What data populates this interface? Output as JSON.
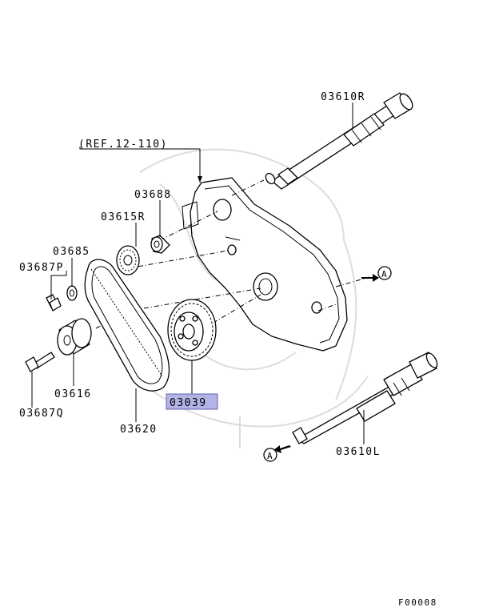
{
  "labels": {
    "p03610R": "03610R",
    "ref": "(REF.12-110)",
    "p03688": "03688",
    "p03615R": "03615R",
    "p03685": "03685",
    "p03687P": "03687P",
    "p03616": "03616",
    "p03687Q": "03687Q",
    "p03620": "03620",
    "p03039": "03039",
    "p03610L": "03610L",
    "markerA1": "A",
    "markerA2": "A",
    "figure_id": "F00008"
  },
  "colors": {
    "highlight": "#b3b3e6",
    "line": "#000000"
  }
}
